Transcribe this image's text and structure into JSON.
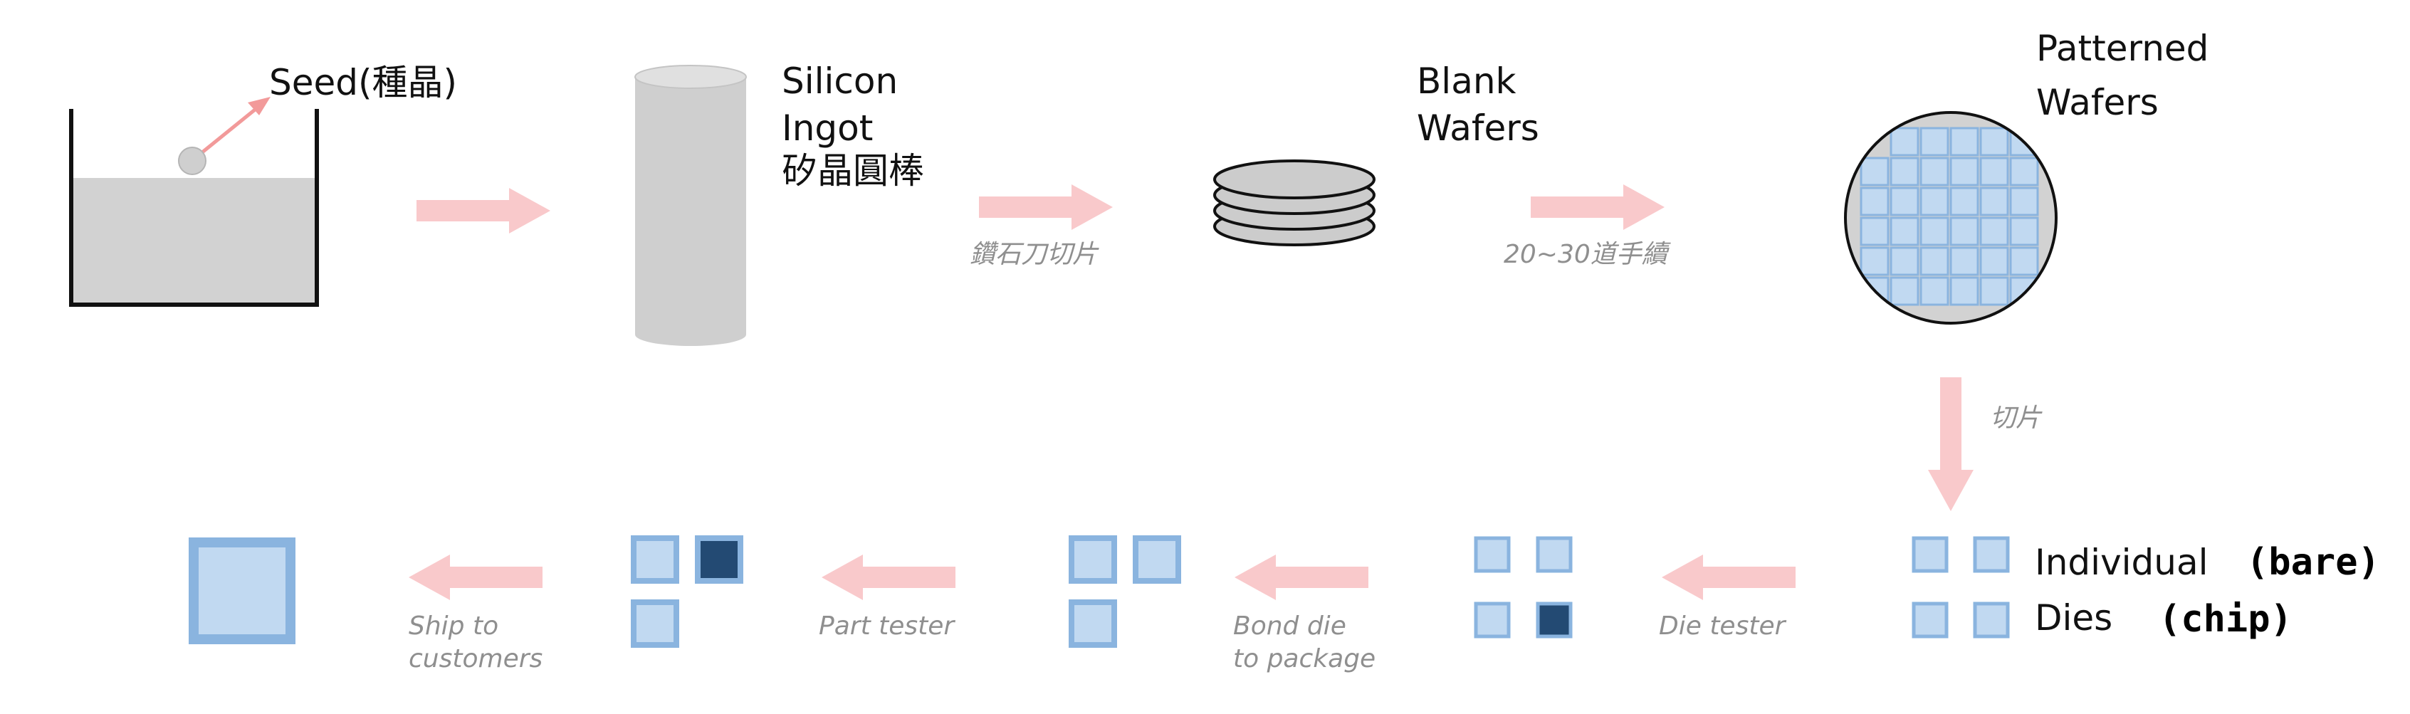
{
  "labels": {
    "seed": "Seed(種晶)",
    "ingot_1": "Silicon",
    "ingot_2": "Ingot",
    "ingot_3": "矽晶圓棒",
    "blank_1": "Blank",
    "blank_2": "Wafers",
    "patterned_1": "Patterned",
    "patterned_2": "Wafers",
    "dies_1": "Individual",
    "dies_2": "Dies"
  },
  "handwriting": {
    "bare": "(bare)",
    "chip": "(chip)"
  },
  "steps": {
    "diamond_saw": "鑽石刀切片",
    "process_steps": "20~30道手續",
    "dicing": "切片",
    "die_tester": "Die tester",
    "bond_1": "Bond die",
    "bond_2": "to package",
    "part_tester": "Part tester",
    "ship_1": "Ship to",
    "ship_2": "customers"
  },
  "colors": {
    "arrow": "#f9c9cb",
    "melt": "#d2d2d2",
    "die_fill": "#c1d9f1",
    "die_border": "#8ab4df",
    "bad_die": "#234a73"
  }
}
